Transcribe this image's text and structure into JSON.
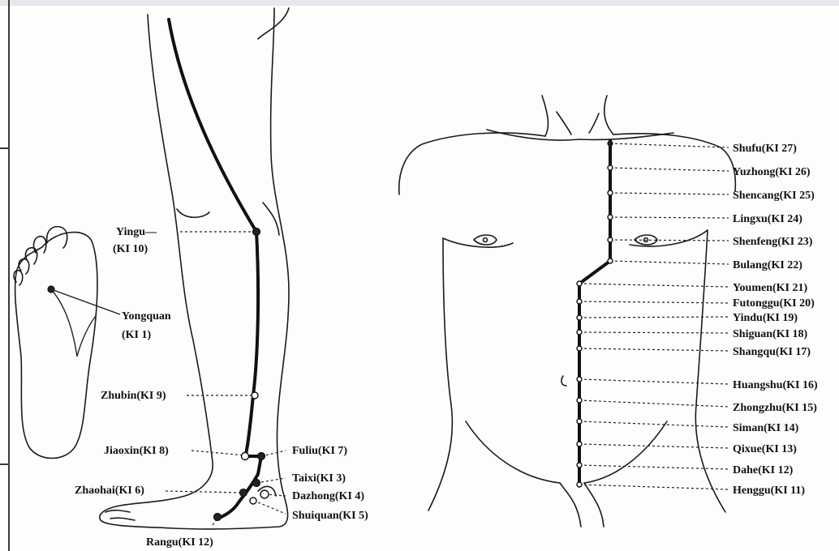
{
  "leg_labels": {
    "yingu_name": "Yingu—",
    "yingu_code": "(KI 10)",
    "yongquan_name": "Yongquan",
    "yongquan_code": "(KI 1)",
    "zhubin": "Zhubin(KI 9)",
    "jiaoxin": "Jiaoxin(KI 8)",
    "fuliu": "Fuliu(KI 7)",
    "zhaohai": "Zhaohai(KI 6)",
    "taixi": "Taixi(KI 3)",
    "dazhong": "Dazhong(KI 4)",
    "shuiquan": "Shuiquan(KI 5)",
    "rangu": "Rangu(KI 12)"
  },
  "trunk_labels": [
    {
      "id": "ki27",
      "text": "Shufu(KI 27)"
    },
    {
      "id": "ki26",
      "text": "Yuzhong(KI 26)"
    },
    {
      "id": "ki25",
      "text": "Shencang(KI 25)"
    },
    {
      "id": "ki24",
      "text": "Lingxu(KI 24)"
    },
    {
      "id": "ki23",
      "text": "Shenfeng(KI 23)"
    },
    {
      "id": "ki22",
      "text": "Bulang(KI 22)"
    },
    {
      "id": "ki21",
      "text": "Youmen(KI 21)"
    },
    {
      "id": "ki20",
      "text": "Futonggu(KI 20)"
    },
    {
      "id": "ki19",
      "text": "Yindu(KI 19)"
    },
    {
      "id": "ki18",
      "text": "Shiguan(KI 18)"
    },
    {
      "id": "ki17",
      "text": "Shangqu(KI 17)"
    },
    {
      "id": "ki16",
      "text": "Huangshu(KI 16)"
    },
    {
      "id": "ki15",
      "text": "Zhongzhu(KI 15)"
    },
    {
      "id": "ki14",
      "text": "Siman(KI 14)"
    },
    {
      "id": "ki13",
      "text": "Qixue(KI 13)"
    },
    {
      "id": "ki12",
      "text": "Dahe(KI 12)"
    },
    {
      "id": "ki11",
      "text": "Henggu(KI 11)"
    }
  ],
  "colors": {
    "ink": "#111111",
    "paper": "#fdfdfb",
    "band": "#e6e8ec"
  }
}
